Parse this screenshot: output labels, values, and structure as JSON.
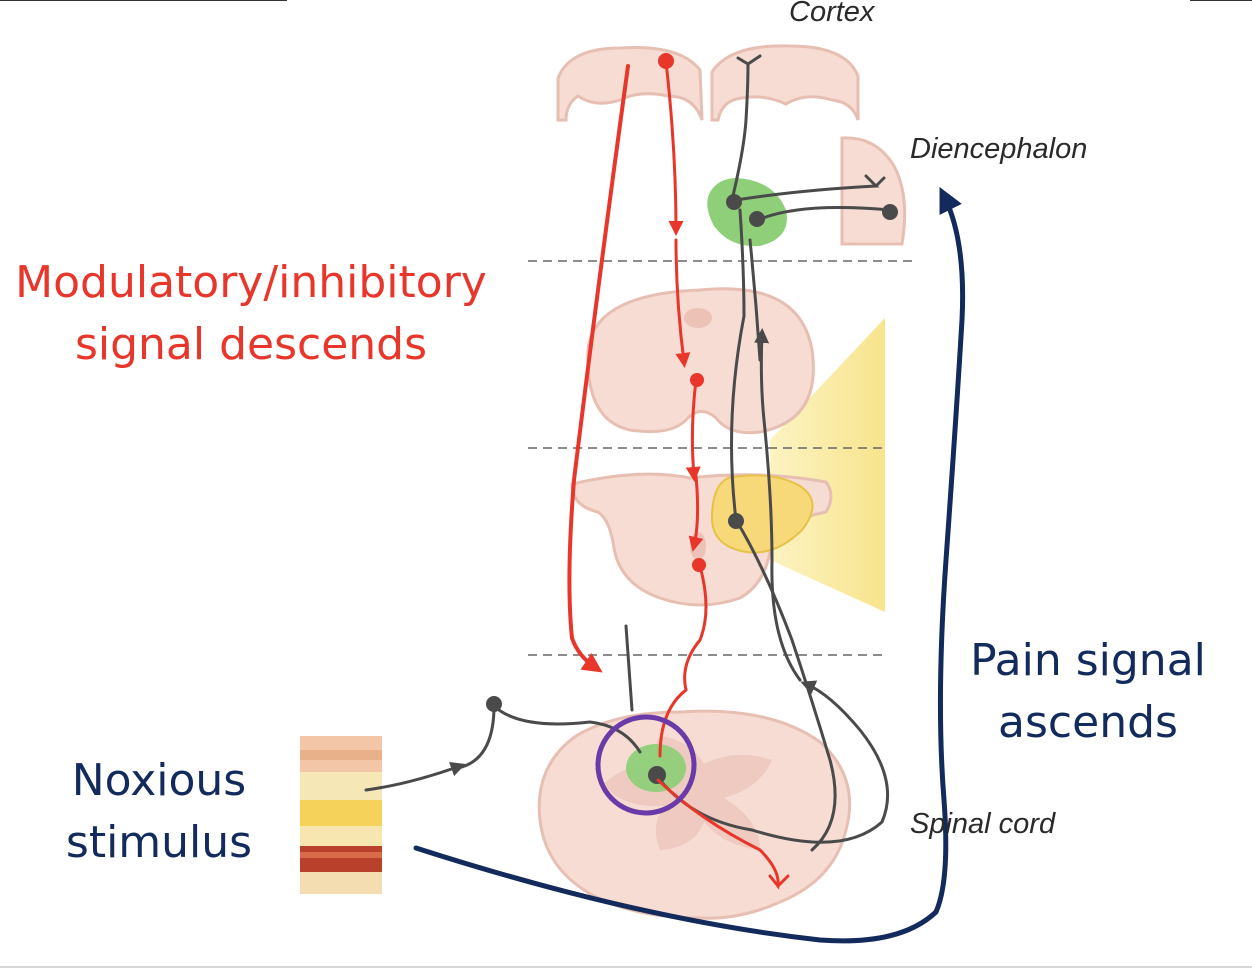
{
  "labels": {
    "cortex": "Cortex",
    "diencephalon": "Diencephalon",
    "spinal_cord": "Spinal cord",
    "descending_line1": "Modulatory/inhibitory",
    "descending_line2": "signal descends",
    "ascending_line1": "Pain signal",
    "ascending_line2": "ascends",
    "stimulus_line1": "Noxious",
    "stimulus_line2": "stimulus"
  },
  "colors": {
    "descending": "#e8362a",
    "ascending": "#122a5c",
    "tissue": "#f6dcd3",
    "tissue_outline": "#e7bfb2",
    "neuron_gray": "#4a4a4a",
    "nucleus_green": "#8fcf7a",
    "highlight_circle": "#6a3aa8",
    "beam_yellow": "#f7e48a"
  }
}
